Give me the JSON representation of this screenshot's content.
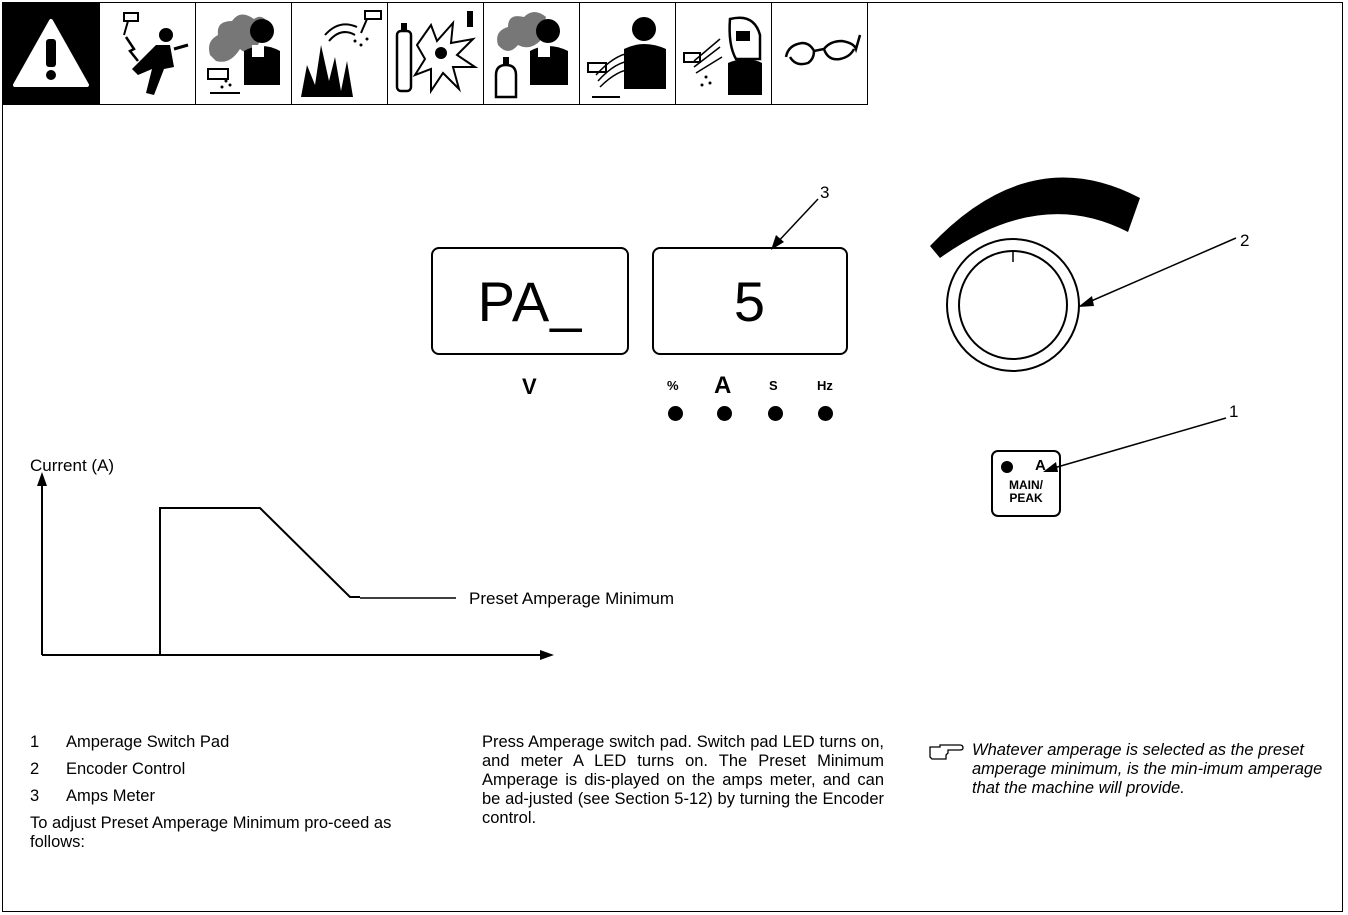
{
  "icons": [
    "warning-icon",
    "electric-shock-icon",
    "fumes-gases-icon",
    "welding-sparks-fire-icon",
    "cylinder-explosion-icon",
    "shielding-gas-icon",
    "arc-rays-icon",
    "face-shield-welding-icon",
    "safety-glasses-icon"
  ],
  "meters": {
    "left_display": "PA_",
    "right_display": "5",
    "left_unit": "V",
    "right_units": [
      "%",
      "A",
      "S",
      "Hz"
    ]
  },
  "callouts": {
    "c1": "1",
    "c2": "2",
    "c3": "3"
  },
  "switch_pad": {
    "led_label": "A",
    "label_line1": "MAIN/",
    "label_line2": "PEAK"
  },
  "chart_data": {
    "type": "line",
    "ylabel": "Current (A)",
    "xlabel": "",
    "annotation": "Preset Amperage Minimum",
    "x": [
      0,
      1,
      2,
      3,
      4
    ],
    "y": [
      0,
      1,
      1,
      0.3,
      0.3
    ]
  },
  "legend_list": [
    {
      "num": "1",
      "label": "Amperage Switch Pad"
    },
    {
      "num": "2",
      "label": "Encoder Control"
    },
    {
      "num": "3",
      "label": "Amps Meter"
    }
  ],
  "intro_text": "To adjust Preset Amperage Minimum pro-ceed as follows:",
  "instructions": "Press Amperage switch pad. Switch pad LED turns on, and meter A LED turns on. The Preset Minimum Amperage is dis-played on the amps meter, and can be ad-justed (see Section 5-12) by turning the Encoder control.",
  "note": "Whatever amperage is selected as the preset amperage minimum, is the min-imum amperage that the machine will provide."
}
